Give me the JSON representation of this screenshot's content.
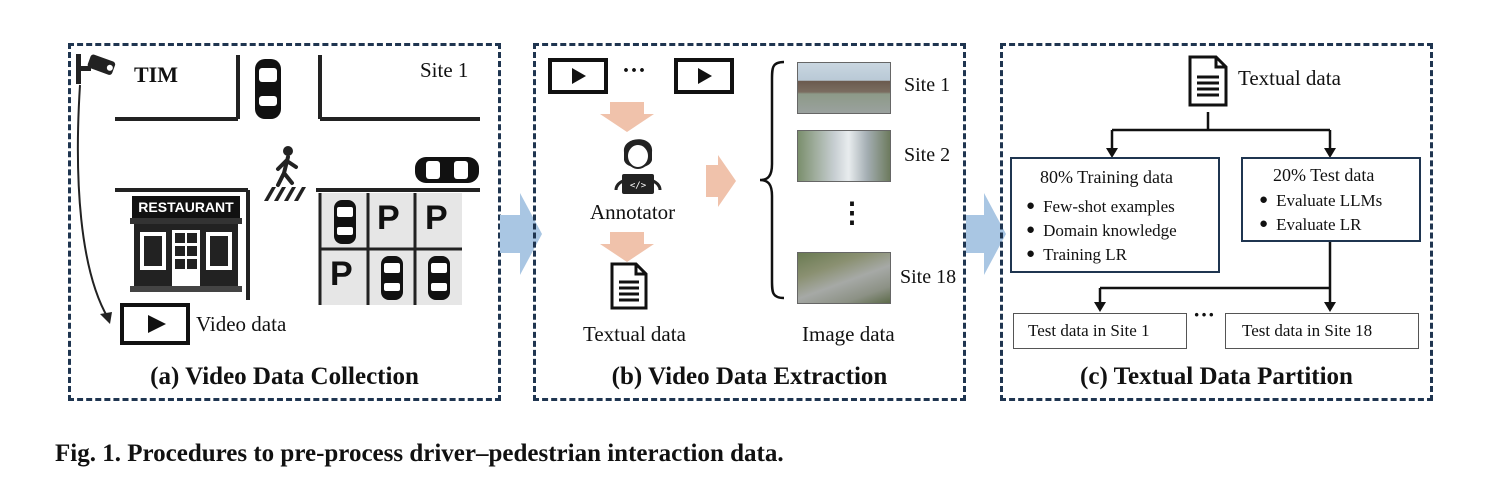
{
  "panel_a": {
    "title": "(a) Video Data Collection",
    "tim_label": "TIM",
    "site_label": "Site 1",
    "restaurant_sign": "RESTAURANT",
    "parking_letter": "P",
    "video_label": "Video data"
  },
  "panel_b": {
    "title": "(b) Video Data Extraction",
    "ellipsis": "···",
    "annotator_label": "Annotator",
    "textual_label": "Textual data",
    "image_label": "Image data",
    "sites": [
      "Site 1",
      "Site 2",
      "Site 18"
    ],
    "vertical_ellipsis": "⋮"
  },
  "panel_c": {
    "title": "(c) Textual Data Partition",
    "textual_label": "Textual data",
    "training": {
      "title": "80% Training data",
      "items": [
        "Few-shot examples",
        "Domain knowledge",
        "Training LR"
      ]
    },
    "test": {
      "title": "20% Test data",
      "items": [
        "Evaluate LLMs",
        "Evaluate LR"
      ]
    },
    "site1_label": "Test data in Site 1",
    "site18_label": "Test data in Site 18",
    "ellipsis": "···"
  },
  "caption": "Fig. 1. Procedures to pre-process driver–pedestrian interaction data.",
  "colors": {
    "border": "#1f3550",
    "blue_arrow": "#a9c6e3",
    "peach_arrow": "#f0c2ab"
  }
}
